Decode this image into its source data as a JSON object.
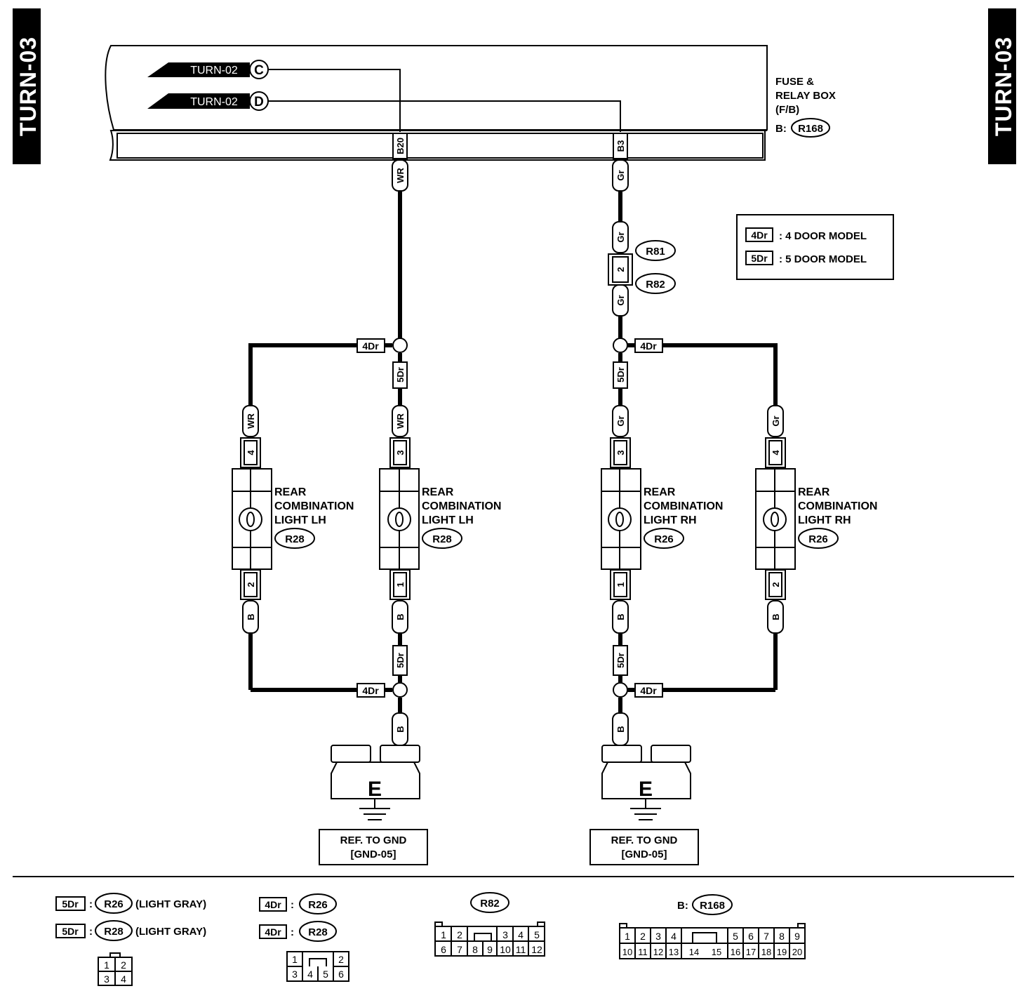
{
  "page_tab": "TURN-03",
  "fuse_box": {
    "name_line1": "FUSE &",
    "name_line2": "RELAY BOX",
    "name_line3": "(F/B)",
    "conn_prefix": "B:",
    "conn_id": "R168"
  },
  "references": [
    {
      "label": "TURN-02",
      "letter": "C"
    },
    {
      "label": "TURN-02",
      "letter": "D"
    }
  ],
  "pins": {
    "b20": "B20",
    "b3": "B3",
    "p1": "1",
    "p2": "2",
    "p3": "3",
    "p4": "4"
  },
  "wires": {
    "wr": "WR",
    "gr": "Gr",
    "b": "B"
  },
  "legend": {
    "items": [
      {
        "code": "4Dr",
        "text": ": 4 DOOR MODEL"
      },
      {
        "code": "5Dr",
        "text": ": 5 DOOR MODEL"
      }
    ]
  },
  "model_tags": {
    "four": "4Dr",
    "five": "5Dr"
  },
  "connectors": {
    "r81": "R81",
    "r82": "R82",
    "r26": "R26",
    "r28": "R28",
    "r168": "R168"
  },
  "components": {
    "line1": "REAR",
    "line2": "COMBINATION",
    "lh": "LIGHT LH",
    "rh": "LIGHT RH"
  },
  "ground": {
    "letter": "E",
    "ref_line1": "REF. TO GND",
    "ref_line2": "[GND-05]"
  },
  "bottom": {
    "light_gray": "(LIGHT GRAY)",
    "colon": ":",
    "b_prefix": "B:",
    "r26_pins": [
      "1",
      "2",
      "3",
      "4"
    ],
    "r28_pins": [
      "1",
      "2",
      "3",
      "4",
      "5",
      "6"
    ],
    "r82_pins": [
      "1",
      "2",
      "3",
      "4",
      "5",
      "6",
      "7",
      "8",
      "9",
      "10",
      "11",
      "12"
    ],
    "r168_pins": [
      "1",
      "2",
      "3",
      "4",
      "5",
      "6",
      "7",
      "8",
      "9",
      "10",
      "11",
      "12",
      "13",
      "14",
      "15",
      "16",
      "17",
      "18",
      "19",
      "20"
    ]
  }
}
